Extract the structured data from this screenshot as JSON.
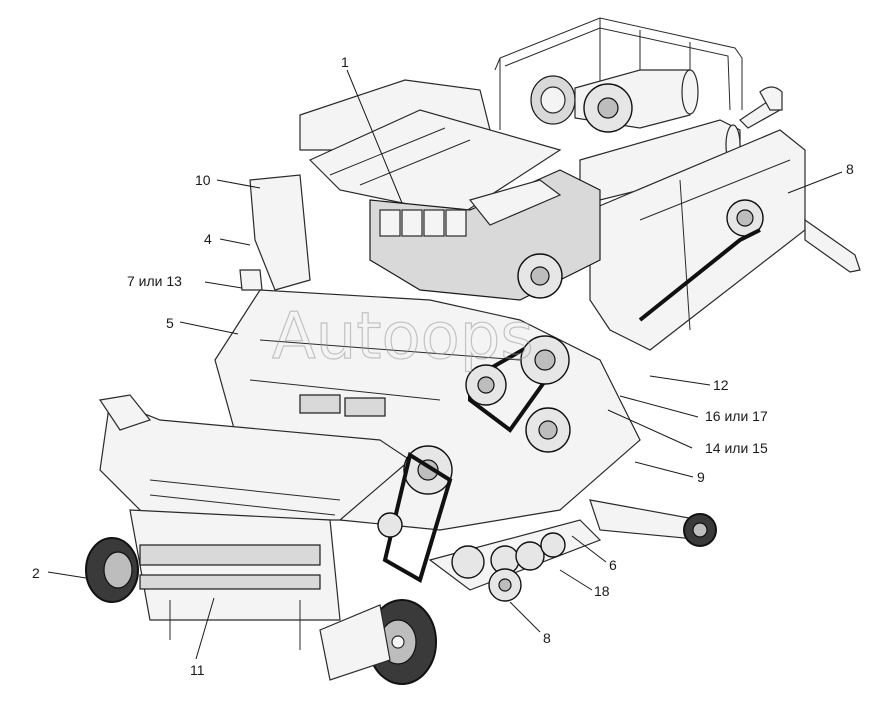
{
  "watermark": "Autoops",
  "callouts": [
    {
      "id": "c1",
      "label": "1"
    },
    {
      "id": "c2",
      "label": "2"
    },
    {
      "id": "c4",
      "label": "4"
    },
    {
      "id": "c5",
      "label": "5"
    },
    {
      "id": "c6",
      "label": "6"
    },
    {
      "id": "c7",
      "label": "7 или 13"
    },
    {
      "id": "c8a",
      "label": "8"
    },
    {
      "id": "c8b",
      "label": "8"
    },
    {
      "id": "c9",
      "label": "9"
    },
    {
      "id": "c10",
      "label": "10"
    },
    {
      "id": "c11",
      "label": "11"
    },
    {
      "id": "c12",
      "label": "12"
    },
    {
      "id": "c14",
      "label": "14 или 15"
    },
    {
      "id": "c16",
      "label": "16 или 17"
    },
    {
      "id": "c18",
      "label": "18"
    }
  ]
}
